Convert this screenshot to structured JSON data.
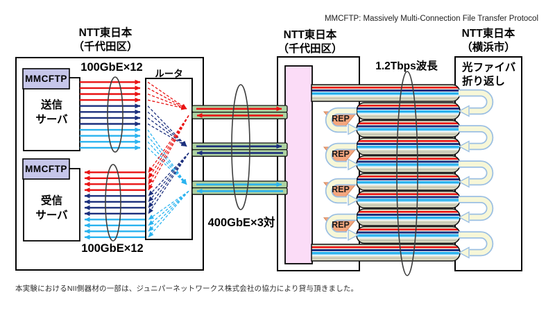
{
  "note": {
    "protocol": "MMCFTP: Massively Multi-Connection File Transfer Protocol"
  },
  "sites": {
    "chiyoda_left": {
      "org": "NTT東日本",
      "place": "（千代田区）"
    },
    "chiyoda_mid": {
      "org": "NTT東日本",
      "place": "（千代田区）"
    },
    "yokohama": {
      "org": "NTT東日本",
      "place": "（横浜市）"
    }
  },
  "labels": {
    "mmcftp": "MMCFTP",
    "send_server_l1": "送信",
    "send_server_l2": "サーバ",
    "recv_server_l1": "受信",
    "recv_server_l2": "サーバ",
    "link_top": "100GbE×12",
    "link_bottom": "100GbE×12",
    "router": "ルータ",
    "trunk": "400GbE×3対",
    "wavelength": "1.2Tbps波長",
    "loopback_l1": "光ファイバ",
    "loopback_l2": "折り返し",
    "rep": "REP"
  },
  "footnote": "本実験におけるNII側器材の一部は、ジュニパーネットワークス株式会社の協力により貸与頂きました。",
  "colors": {
    "red": "#e91414",
    "navy": "#1b2f7d",
    "cyan": "#2ab3ef",
    "light_cyan": "#90d8f8",
    "bar_green": "#aed2a2",
    "cable_khaki": "#d9d9c2",
    "pink": "#fbdcf7",
    "lavender": "#c6c6ea",
    "rep_salmon": "#f4a67e",
    "loop_cream": "#f7f7d8",
    "loop_edge": "#9bbfe3"
  }
}
